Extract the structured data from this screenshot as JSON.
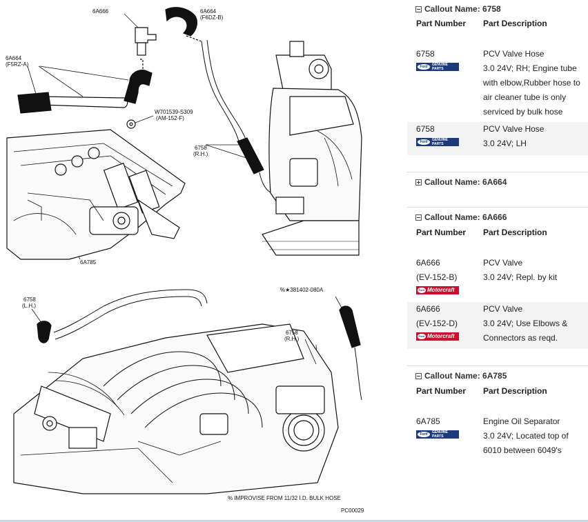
{
  "diagram": {
    "labels": {
      "l_6a666_top": "6A666",
      "l_6a664_top": "6A664",
      "l_f6dz": "(F6DZ-B)",
      "l_6a664_left": "6A664",
      "l_f5rz": "(F5RZ-A)",
      "l_w701": "W701539-S309",
      "l_am152": "(AM-152-F)",
      "l_6758_rh_top": "6758",
      "l_rh_top": "(R.H.)",
      "l_6a785": "6A785",
      "l_6758_lh": "6758",
      "l_lh": "(L.H.)",
      "l_381402": "%★381402-080A",
      "l_6758_rh_bot": "6758",
      "l_rh_bot": "(R.H.)",
      "l_improvise": "%  IMPROVISE FROM 11/32 I.D. BULK HOSE",
      "l_pc": "PC00029"
    }
  },
  "brands": {
    "ford_oval": "Ford",
    "ford_text_1": "GENUINE",
    "ford_text_2": "PARTS",
    "mc_oval": "Ford",
    "mc_text": "Motorcraft"
  },
  "callouts": [
    {
      "label": "Callout Name:",
      "name": "6758",
      "expanded": true,
      "col_part_number": "Part Number",
      "col_part_description": "Part Description",
      "parts": [
        {
          "number_lines": [
            "6758"
          ],
          "brand": "ford",
          "desc_lines": [
            "PCV Valve Hose",
            "3.0 24V; RH; Engine tube",
            "with elbow,Rubber hose to",
            "air cleaner tube is only",
            "serviced by bulk hose"
          ]
        },
        {
          "number_lines": [
            "6758"
          ],
          "brand": "ford",
          "desc_lines": [
            "PCV Valve Hose",
            "3.0 24V; LH"
          ]
        }
      ]
    },
    {
      "label": "Callout Name:",
      "name": "6A664",
      "expanded": false
    },
    {
      "label": "Callout Name:",
      "name": "6A666",
      "expanded": true,
      "col_part_number": "Part Number",
      "col_part_description": "Part Description",
      "parts": [
        {
          "number_lines": [
            "6A666",
            "(EV-152-B)"
          ],
          "brand": "motorcraft",
          "desc_lines": [
            "PCV Valve",
            "3.0 24V; Repl. by kit"
          ]
        },
        {
          "number_lines": [
            "6A666",
            "(EV-152-D)"
          ],
          "brand": "motorcraft",
          "desc_lines": [
            "PCV Valve",
            "3.0 24V; Use Elbows &",
            "Connectors as reqd."
          ]
        }
      ]
    },
    {
      "label": "Callout Name:",
      "name": "6A785",
      "expanded": true,
      "col_part_number": "Part Number",
      "col_part_description": "Part Description",
      "parts": [
        {
          "number_lines": [
            "6A785"
          ],
          "brand": "ford",
          "desc_lines": [
            "Engine Oil Separator",
            "3.0 24V; Located top of",
            "6010 between 6049's"
          ]
        }
      ]
    }
  ]
}
